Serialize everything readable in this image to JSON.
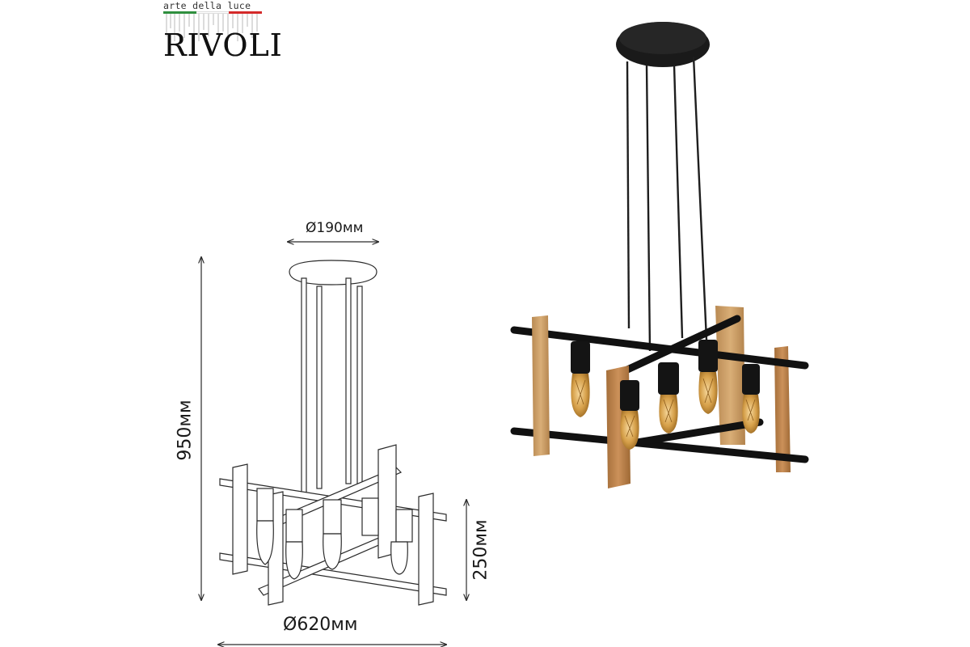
{
  "brand": {
    "tagline": "arte della luce",
    "name": "RIVOLI",
    "flag_colors": [
      "#2f8f3e",
      "#ffffff",
      "#d42a2a"
    ]
  },
  "dimensions": {
    "canopy_diameter": "Ø190мм",
    "total_height": "950мм",
    "body_diameter": "Ø620мм",
    "body_height": "250мм"
  },
  "colors": {
    "metal": "#161616",
    "wood": "#c99a62",
    "wood_dark": "#a9783f",
    "bulb": "#d8a24b",
    "drawing_line": "#2a2a2a"
  }
}
